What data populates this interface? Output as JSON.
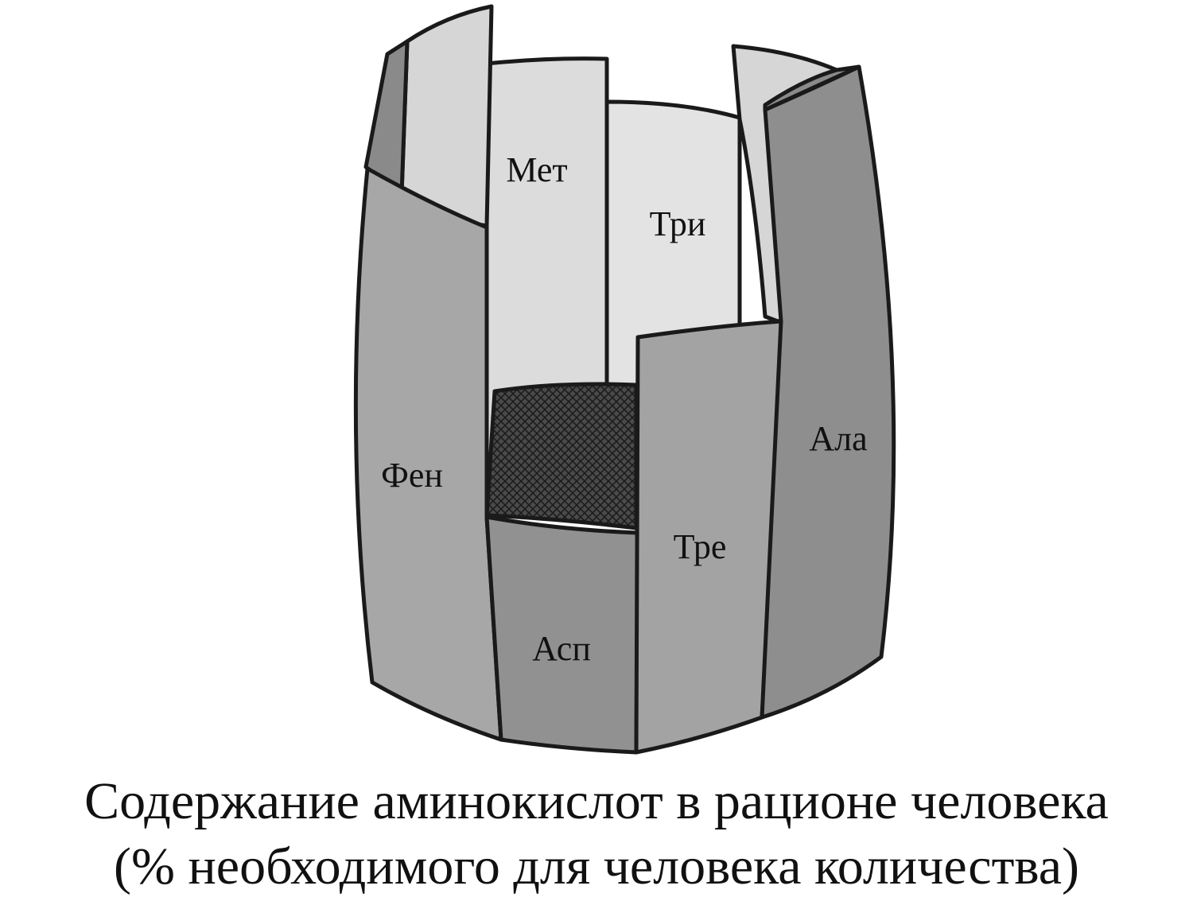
{
  "diagram": {
    "staves": [
      {
        "id": "met",
        "label": "Мет"
      },
      {
        "id": "tri",
        "label": "Три"
      },
      {
        "id": "fen",
        "label": "Фен"
      },
      {
        "id": "asp",
        "label": "Асп"
      },
      {
        "id": "tre",
        "label": "Тре"
      },
      {
        "id": "ala",
        "label": "Ала"
      }
    ],
    "caption_line_1": "Содержание аминокислот в рационе человека",
    "caption_line_2": "(% необходимого для человека количества)"
  }
}
